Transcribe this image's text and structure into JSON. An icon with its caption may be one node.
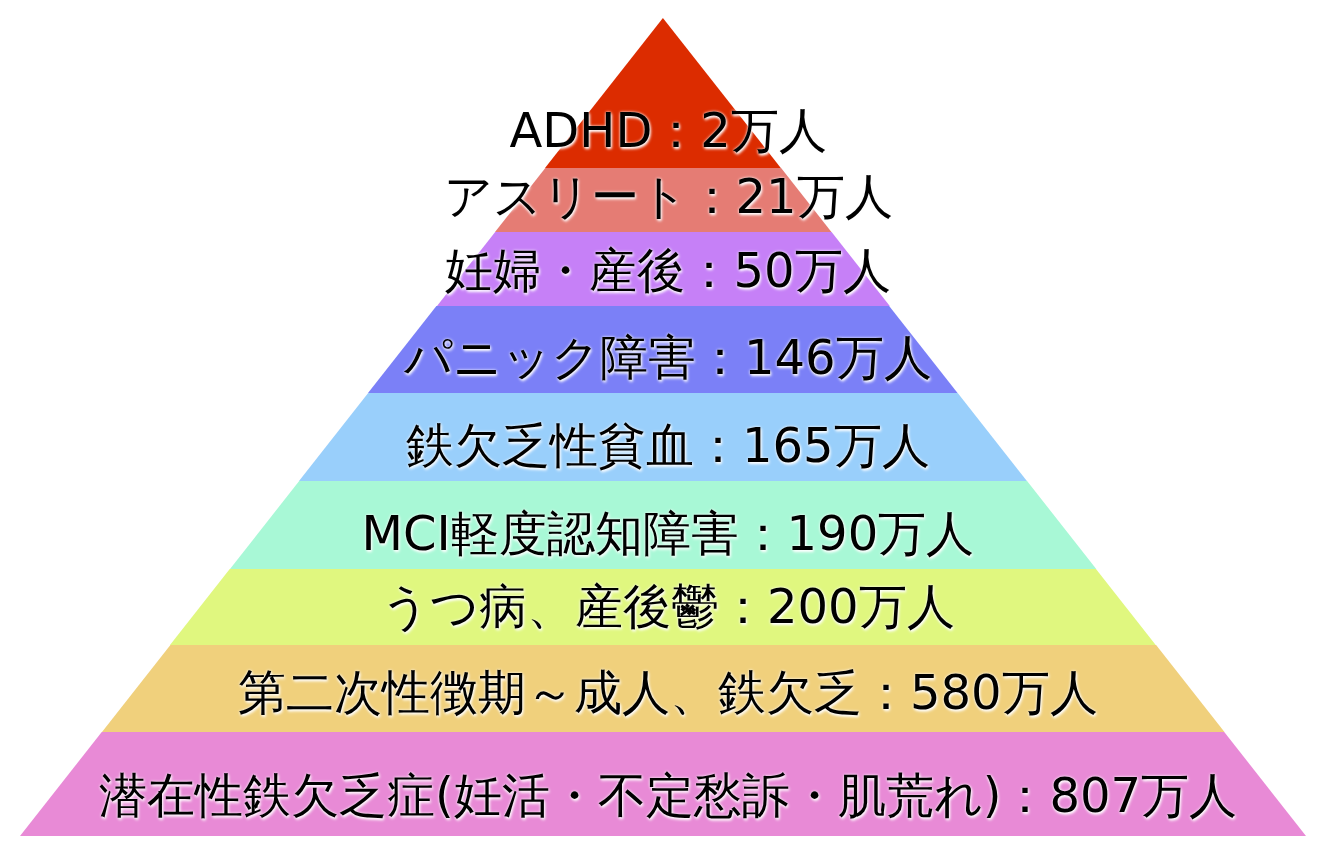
{
  "diagram": {
    "nodes": [
      {
        "text": [
          "ADHD：2万人"
        ]
      },
      {
        "text": [
          "アスリート：21万人"
        ]
      },
      {
        "text": [
          "妊婦・産後：50万人"
        ]
      },
      {
        "text": [
          "パニック障害：146万人"
        ]
      },
      {
        "text": [
          "鉄欠乏性貧血：165万人"
        ]
      },
      {
        "text": [
          "MCI軽度認知障害：190万人"
        ]
      },
      {
        "text": [
          "うつ病、産後鬱：200万人"
        ]
      },
      {
        "text": [
          "第二次性徴期～成人、鉄欠乏：580万人"
        ]
      },
      {
        "text": [
          "潜在性鉄欠乏症(妊活・不定愁訴・肌荒れ)：807万人"
        ]
      }
    ]
  }
}
